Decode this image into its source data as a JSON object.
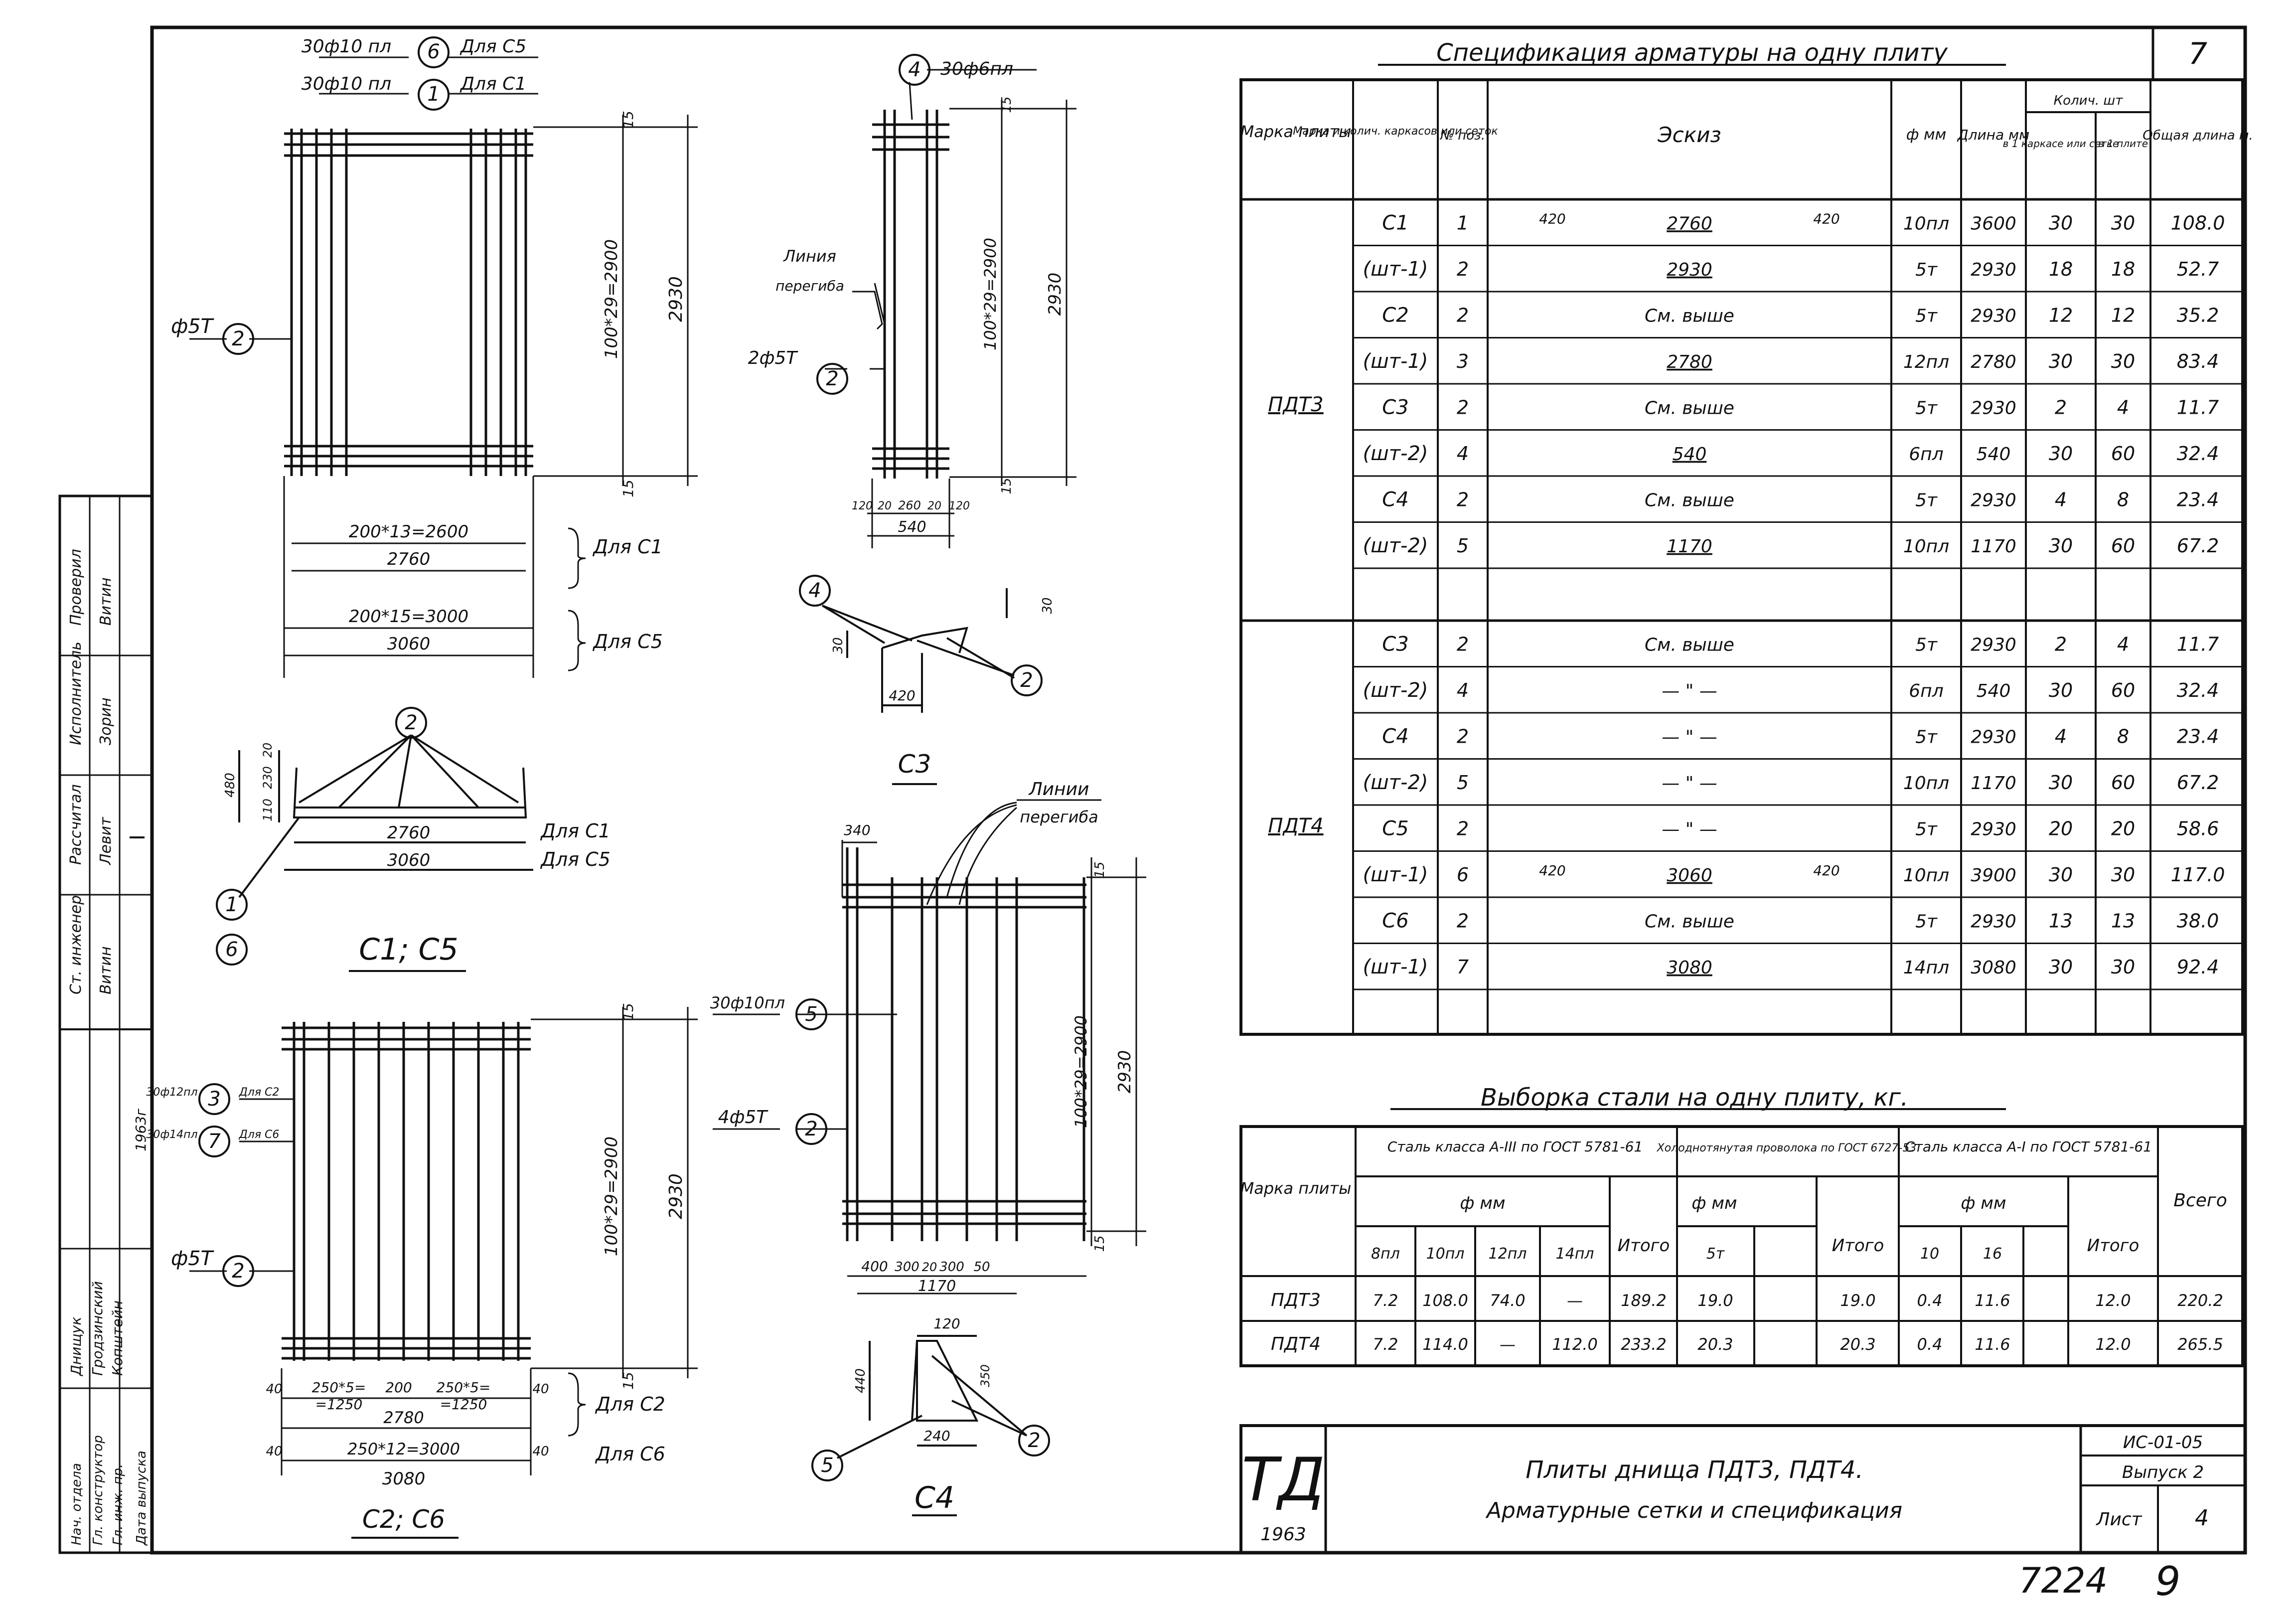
{
  "sheet": {
    "corner_number": "7",
    "footer_left": "7224",
    "footer_right": "9"
  },
  "drawings": {
    "c1c5": {
      "title": "С1; С5",
      "callout_top_1": "30ф10 пл",
      "callout_top_1_num": "6",
      "callout_top_1_for": "Для С5",
      "callout_top_2": "30ф10 пл",
      "callout_top_2_num": "1",
      "callout_top_2_for": "Для С1",
      "bar_left": "ф5Т",
      "bar_left_num": "2",
      "dim_vertical": "100*29=2900",
      "dim_total": "2930",
      "dim_15a": "15",
      "dim_15b": "15",
      "dim_row1": "200*13=2600",
      "dim_row2": "2760",
      "dim_for1": "Для С1",
      "dim_row3": "200*15=3000",
      "dim_row4": "3060",
      "dim_for2": "Для С5",
      "sec_num": "2",
      "sec_h1": "480",
      "sec_h2": "20",
      "sec_h3": "230",
      "sec_h4": "110",
      "sec_w1": "2760",
      "sec_w1_for": "Для С1",
      "sec_w2": "3060",
      "sec_w2_for": "Для С5",
      "sec_call1": "1",
      "sec_call2": "6"
    },
    "c2c6": {
      "title": "С2; С6",
      "callout_1": "30ф12пл",
      "callout_1_num": "3",
      "callout_1_for": "Для С2",
      "callout_2": "30ф14пл",
      "callout_2_num": "7",
      "callout_2_for": "Для С6",
      "bar_left": "ф5Т",
      "bar_left_num": "2",
      "dim_vertical": "100*29=2900",
      "dim_total": "2930",
      "dim_15a": "15",
      "dim_15b": "15",
      "dim_40a": "40",
      "dim_40b": "40",
      "dim_40c": "40",
      "dim_40d": "40",
      "row1a": "250*5=",
      "row1b": "200",
      "row1c": "250*5=",
      "row1d": "=1250",
      "row1e": "=1250",
      "row2": "2780",
      "row3": "250*12=3000",
      "row4": "3080",
      "for1": "Для С2",
      "for2": "Для С6"
    },
    "c3": {
      "title": "С3",
      "callout": "30ф6пл",
      "callout_num": "4",
      "bend_label_1": "Линия",
      "bend_label_2": "перегиба",
      "bar": "2ф5Т",
      "bar_num": "2",
      "dim_vertical": "100*29=2900",
      "dim_total": "2930",
      "dim_15a": "15",
      "dim_15b": "15",
      "bot_1": "120",
      "bot_2": "20",
      "bot_3": "260",
      "bot_4": "20",
      "bot_5": "120",
      "bot_total": "540",
      "sec_num": "4",
      "sec_30a": "30",
      "sec_30b": "30",
      "sec_w": "420",
      "sec_num2": "2"
    },
    "c4": {
      "title": "С4",
      "bend_label_1": "Линии",
      "bend_label_2": "перегиба",
      "top_dim": "340",
      "callout": "30ф10пл",
      "callout_num": "5",
      "bar": "4ф5Т",
      "bar_num": "2",
      "dim_vertical": "100*29=2900",
      "dim_total": "2930",
      "dim_15a": "15",
      "dim_15b": "15",
      "bot_1": "400",
      "bot_2": "300",
      "bot_3": "20",
      "bot_4": "300",
      "bot_5": "50",
      "bot_total": "1170",
      "sec_top": "120",
      "sec_h": "440",
      "sec_side": "350",
      "sec_bot": "240",
      "sec_num_l": "5",
      "sec_num_r": "2"
    }
  },
  "spec": {
    "title": "Спецификация арматуры на одну плиту",
    "headers": {
      "mark": "Марка плиты",
      "mark_count": "Марка и колич. каркасов или сеток",
      "pos": "№ поз.",
      "sketch": "Эскиз",
      "dia": "ф мм",
      "length": "Длина мм",
      "qty": "Колич. шт",
      "qty_frame": "в 1 каркасе или сетке",
      "qty_plate": "в 1 плите",
      "total": "Общая длина м."
    },
    "groups": [
      {
        "plate": "ПДТ3",
        "rows": [
          {
            "mark": "С1",
            "pos": "1",
            "sketch": "2760",
            "sk_l": "420",
            "sk_r": "420",
            "dia": "10пл",
            "len": "3600",
            "q1": "30",
            "q2": "30",
            "tot": "108.0"
          },
          {
            "mark": "(шт-1)",
            "pos": "2",
            "sketch": "2930",
            "sk_l": "",
            "sk_r": "",
            "dia": "5т",
            "len": "2930",
            "q1": "18",
            "q2": "18",
            "tot": "52.7"
          },
          {
            "mark": "С2",
            "pos": "2",
            "sketch": "См. выше",
            "sk_l": "",
            "sk_r": "",
            "dia": "5т",
            "len": "2930",
            "q1": "12",
            "q2": "12",
            "tot": "35.2"
          },
          {
            "mark": "(шт-1)",
            "pos": "3",
            "sketch": "2780",
            "sk_l": "",
            "sk_r": "",
            "dia": "12пл",
            "len": "2780",
            "q1": "30",
            "q2": "30",
            "tot": "83.4"
          },
          {
            "mark": "С3",
            "pos": "2",
            "sketch": "См. выше",
            "sk_l": "",
            "sk_r": "",
            "dia": "5т",
            "len": "2930",
            "q1": "2",
            "q2": "4",
            "tot": "11.7"
          },
          {
            "mark": "(шт-2)",
            "pos": "4",
            "sketch": "540",
            "sk_l": "",
            "sk_r": "",
            "dia": "6пл",
            "len": "540",
            "q1": "30",
            "q2": "60",
            "tot": "32.4"
          },
          {
            "mark": "С4",
            "pos": "2",
            "sketch": "См. выше",
            "sk_l": "",
            "sk_r": "",
            "dia": "5т",
            "len": "2930",
            "q1": "4",
            "q2": "8",
            "tot": "23.4"
          },
          {
            "mark": "(шт-2)",
            "pos": "5",
            "sketch": "1170",
            "sk_l": "",
            "sk_r": "",
            "dia": "10пл",
            "len": "1170",
            "q1": "30",
            "q2": "60",
            "tot": "67.2"
          },
          {
            "mark": "",
            "pos": "",
            "sketch": "",
            "sk_l": "",
            "sk_r": "",
            "dia": "",
            "len": "",
            "q1": "",
            "q2": "",
            "tot": ""
          }
        ]
      },
      {
        "plate": "ПДТ4",
        "rows": [
          {
            "mark": "С3",
            "pos": "2",
            "sketch": "См. выше",
            "sk_l": "",
            "sk_r": "",
            "dia": "5т",
            "len": "2930",
            "q1": "2",
            "q2": "4",
            "tot": "11.7"
          },
          {
            "mark": "(шт-2)",
            "pos": "4",
            "sketch": "— \" —",
            "sk_l": "",
            "sk_r": "",
            "dia": "6пл",
            "len": "540",
            "q1": "30",
            "q2": "60",
            "tot": "32.4"
          },
          {
            "mark": "С4",
            "pos": "2",
            "sketch": "— \" —",
            "sk_l": "",
            "sk_r": "",
            "dia": "5т",
            "len": "2930",
            "q1": "4",
            "q2": "8",
            "tot": "23.4"
          },
          {
            "mark": "(шт-2)",
            "pos": "5",
            "sketch": "— \" —",
            "sk_l": "",
            "sk_r": "",
            "dia": "10пл",
            "len": "1170",
            "q1": "30",
            "q2": "60",
            "tot": "67.2"
          },
          {
            "mark": "С5",
            "pos": "2",
            "sketch": "— \" —",
            "sk_l": "",
            "sk_r": "",
            "dia": "5т",
            "len": "2930",
            "q1": "20",
            "q2": "20",
            "tot": "58.6"
          },
          {
            "mark": "(шт-1)",
            "pos": "6",
            "sketch": "3060",
            "sk_l": "420",
            "sk_r": "420",
            "dia": "10пл",
            "len": "3900",
            "q1": "30",
            "q2": "30",
            "tot": "117.0"
          },
          {
            "mark": "С6",
            "pos": "2",
            "sketch": "См. выше",
            "sk_l": "",
            "sk_r": "",
            "dia": "5т",
            "len": "2930",
            "q1": "13",
            "q2": "13",
            "tot": "38.0"
          },
          {
            "mark": "(шт-1)",
            "pos": "7",
            "sketch": "3080",
            "sk_l": "",
            "sk_r": "",
            "dia": "14пл",
            "len": "3080",
            "q1": "30",
            "q2": "30",
            "tot": "92.4"
          },
          {
            "mark": "",
            "pos": "",
            "sketch": "",
            "sk_l": "",
            "sk_r": "",
            "dia": "",
            "len": "",
            "q1": "",
            "q2": "",
            "tot": ""
          }
        ]
      }
    ]
  },
  "steel": {
    "title": "Выборка стали на одну плиту, кг.",
    "h_mark": "Марка плиты",
    "h_a3": "Сталь класса А-III по ГОСТ 5781-61",
    "h_cold": "Холоднотянутая проволока по ГОСТ 6727-53",
    "h_a1": "Сталь класса А-I по ГОСТ 5781-61",
    "h_dia": "ф мм",
    "h_dia2": "ф мм",
    "h_dia3": "ф мм",
    "h_itogo1": "Итого",
    "h_itogo2": "Итого",
    "h_itogo3": "Итого",
    "h_total": "Всего",
    "sub_a3": [
      "8пл",
      "10пл",
      "12пл",
      "14пл"
    ],
    "sub_cold": [
      "5т",
      ""
    ],
    "sub_a1": [
      "10",
      "16",
      ""
    ],
    "rows": [
      {
        "mark": "ПДТ3",
        "a3": [
          "7.2",
          "108.0",
          "74.0",
          "—"
        ],
        "it1": "189.2",
        "cold": [
          "19.0",
          ""
        ],
        "it2": "19.0",
        "a1": [
          "0.4",
          "11.6",
          ""
        ],
        "it3": "12.0",
        "total": "220.2"
      },
      {
        "mark": "ПДТ4",
        "a3": [
          "7.2",
          "114.0",
          "—",
          "112.0"
        ],
        "it1": "233.2",
        "cold": [
          "20.3",
          ""
        ],
        "it2": "20.3",
        "a1": [
          "0.4",
          "11.6",
          ""
        ],
        "it3": "12.0",
        "total": "265.5"
      }
    ]
  },
  "title_block": {
    "logo": "ТД",
    "year_logo": "1963",
    "line1": "Плиты днища ПДТ3, ПДТ4.",
    "line2": "Арматурные сетки и спецификация",
    "code": "ИС-01-05",
    "issue": "Выпуск 2",
    "sheet_label": "Лист",
    "sheet_num": "4"
  },
  "side_stamp": {
    "col1": [
      "Ст. инженер",
      "Рассчитал",
      "Исполнитель",
      "Проверил"
    ],
    "col2": [
      "Витин",
      "Левит",
      "Зорин",
      "Витин"
    ],
    "col3": [
      "Нач. отдела",
      "Гл. конструктор",
      "Гл. инж. пр.",
      "Дата выпуска"
    ],
    "col4": [
      "Днищук",
      "Гродзинский",
      "Копштейн",
      ""
    ],
    "date": "1963г"
  }
}
